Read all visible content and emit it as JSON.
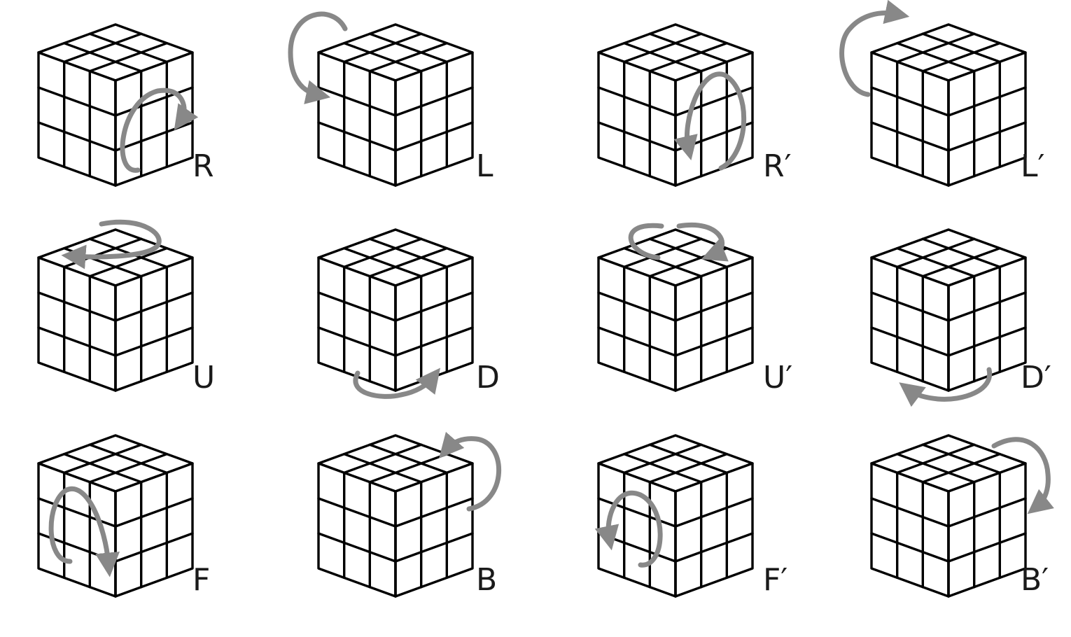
{
  "colors": {
    "background": "#ffffff",
    "cube_lines": "#000000",
    "arrow": "#888888",
    "label": "#1a1a1a"
  },
  "moves": [
    {
      "label": "R",
      "face": "right",
      "dir": "cw"
    },
    {
      "label": "L",
      "face": "left",
      "dir": "cw"
    },
    {
      "label": "R′",
      "face": "right",
      "dir": "ccw"
    },
    {
      "label": "L′",
      "face": "left",
      "dir": "ccw"
    },
    {
      "label": "U",
      "face": "up",
      "dir": "cw"
    },
    {
      "label": "D",
      "face": "down",
      "dir": "cw"
    },
    {
      "label": "U′",
      "face": "up",
      "dir": "ccw"
    },
    {
      "label": "D′",
      "face": "down",
      "dir": "ccw"
    },
    {
      "label": "F",
      "face": "front",
      "dir": "cw"
    },
    {
      "label": "B",
      "face": "back",
      "dir": "cw"
    },
    {
      "label": "F′",
      "face": "front",
      "dir": "ccw"
    },
    {
      "label": "B′",
      "face": "back",
      "dir": "ccw"
    }
  ]
}
